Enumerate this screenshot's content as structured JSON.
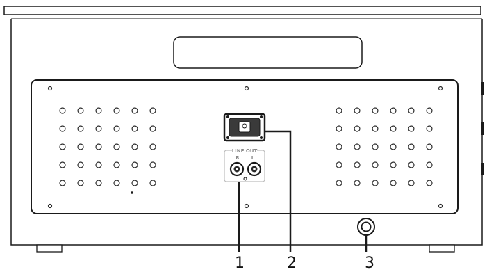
{
  "panel_labels": {
    "line_out": "LINE OUT",
    "right": "R",
    "left": "L"
  },
  "callouts": [
    "1",
    "2",
    "3"
  ],
  "grid": {
    "rows": 5,
    "cols": 6
  }
}
